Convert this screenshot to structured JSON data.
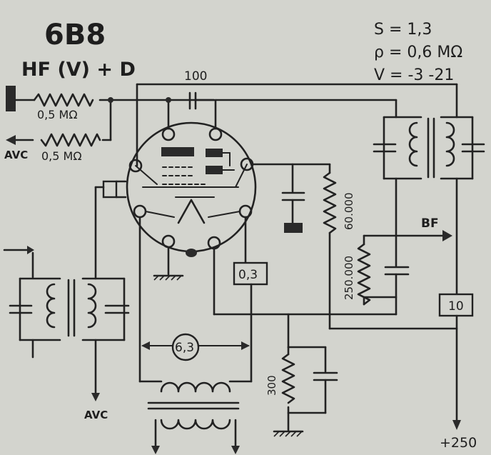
{
  "tube": {
    "type": "6B8",
    "function": "HF (V) + D"
  },
  "specs": {
    "s": "S = 1,3",
    "rho": "ρ = 0,6 MΩ",
    "v": "V = -3  -21"
  },
  "components": {
    "grid_resistor_1": "0,5 MΩ",
    "grid_resistor_2": "0,5 MΩ",
    "coupling_cap": "100",
    "heater_voltage": "6,3",
    "heater_current": "0,3",
    "cathode_resistor": "300",
    "load_resistor": "60.000",
    "diode_load": "250.000",
    "series_resistor": "10"
  },
  "signals": {
    "avc_top": "AVC",
    "avc_bottom": "AVC",
    "bf_output": "BF",
    "supply": "+250"
  }
}
